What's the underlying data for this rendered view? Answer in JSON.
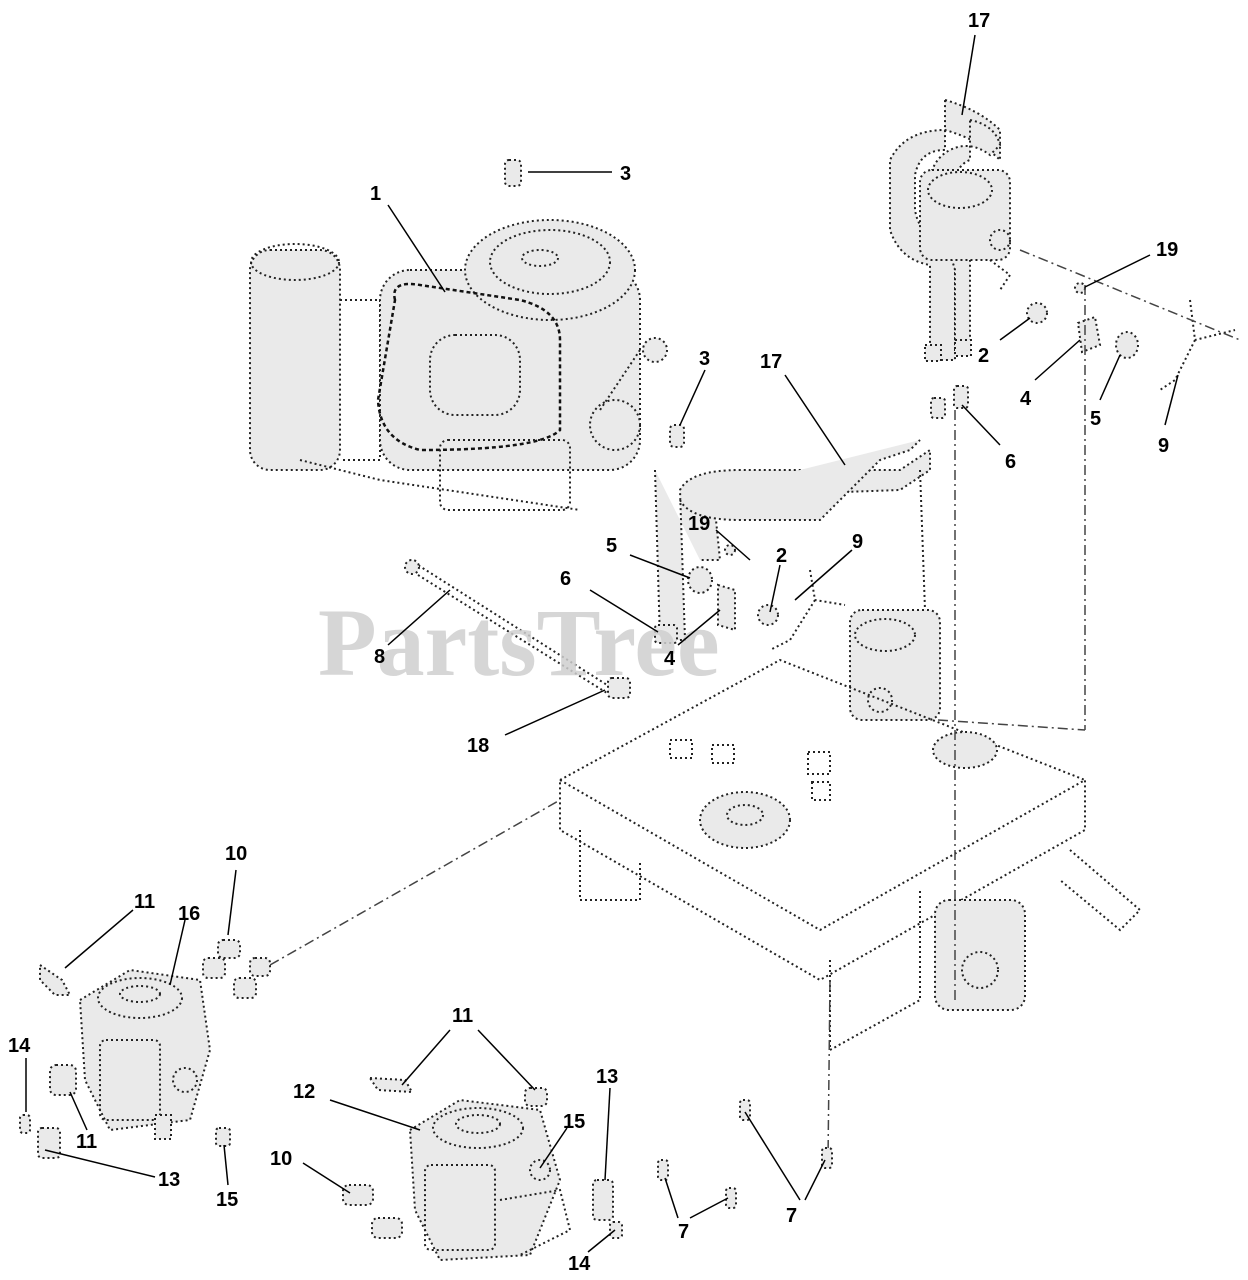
{
  "watermark": "PartsTree",
  "callouts": [
    {
      "id": "c17a",
      "text": "17"
    },
    {
      "id": "c3a",
      "text": "3"
    },
    {
      "id": "c1",
      "text": "1"
    },
    {
      "id": "c19a",
      "text": "19"
    },
    {
      "id": "c2a",
      "text": "2"
    },
    {
      "id": "c4a",
      "text": "4"
    },
    {
      "id": "c5a",
      "text": "5"
    },
    {
      "id": "c9a",
      "text": "9"
    },
    {
      "id": "c6a",
      "text": "6"
    },
    {
      "id": "c3b",
      "text": "3"
    },
    {
      "id": "c17b",
      "text": "17"
    },
    {
      "id": "c19b",
      "text": "19"
    },
    {
      "id": "c5b",
      "text": "5"
    },
    {
      "id": "c2b",
      "text": "2"
    },
    {
      "id": "c9b",
      "text": "9"
    },
    {
      "id": "c6b",
      "text": "6"
    },
    {
      "id": "c4b",
      "text": "4"
    },
    {
      "id": "c8",
      "text": "8"
    },
    {
      "id": "c18",
      "text": "18"
    },
    {
      "id": "c10a",
      "text": "10"
    },
    {
      "id": "c11a",
      "text": "11"
    },
    {
      "id": "c16",
      "text": "16"
    },
    {
      "id": "c14a",
      "text": "14"
    },
    {
      "id": "c11b",
      "text": "11"
    },
    {
      "id": "c13a",
      "text": "13"
    },
    {
      "id": "c15a",
      "text": "15"
    },
    {
      "id": "c11c",
      "text": "11"
    },
    {
      "id": "c12",
      "text": "12"
    },
    {
      "id": "c13b",
      "text": "13"
    },
    {
      "id": "c15b",
      "text": "15"
    },
    {
      "id": "c10b",
      "text": "10"
    },
    {
      "id": "c14b",
      "text": "14"
    },
    {
      "id": "c7a",
      "text": "7"
    },
    {
      "id": "c7b",
      "text": "7"
    }
  ]
}
